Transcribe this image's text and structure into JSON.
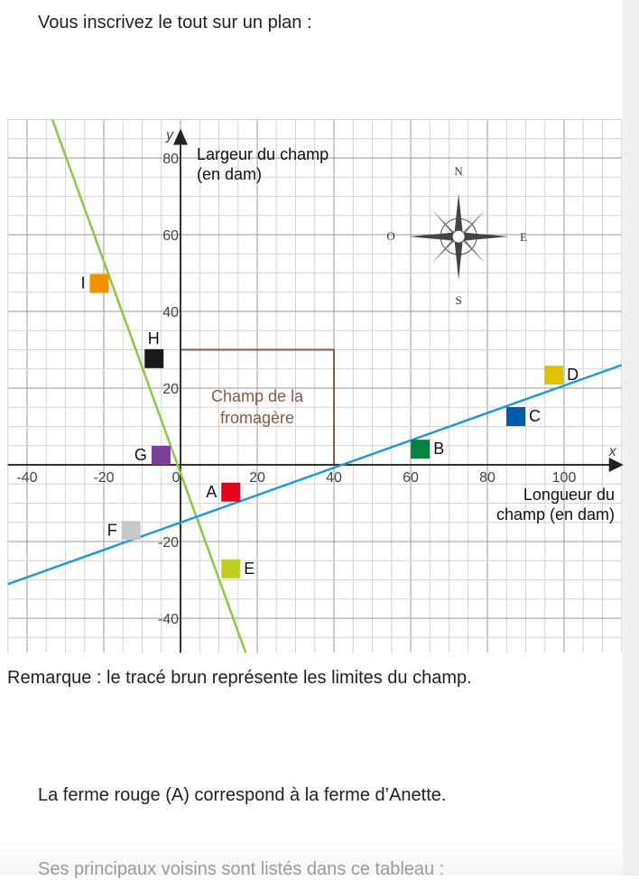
{
  "intro": "Vous inscrivez le tout sur un plan :",
  "remark": "Remarque : le tracé brun représente les limites du champ.",
  "statement": "La ferme rouge (A) correspond à la ferme d’Anette.",
  "next_line": "Ses principaux voisins sont listés dans ce tableau :",
  "chart_data": {
    "type": "scatter",
    "xlim": [
      -45,
      115
    ],
    "ylim": [
      -49,
      90
    ],
    "grid_step": 5,
    "grid": true,
    "x_axis_name": "x",
    "y_axis_name": "y",
    "xlabel": [
      "Longueur du",
      "champ (en dam)"
    ],
    "ylabel": [
      "Largeur du champ",
      "(en dam)"
    ],
    "x_ticks": [
      {
        "v": -40,
        "t": "-40"
      },
      {
        "v": -20,
        "t": "-20"
      },
      {
        "v": 0,
        "t": "0"
      },
      {
        "v": 20,
        "t": "20"
      },
      {
        "v": 40,
        "t": "40"
      },
      {
        "v": 60,
        "t": "60"
      },
      {
        "v": 80,
        "t": "80"
      },
      {
        "v": 100,
        "t": "100"
      }
    ],
    "y_ticks": [
      {
        "v": 80,
        "t": "80"
      },
      {
        "v": 60,
        "t": "60"
      },
      {
        "v": 40,
        "t": "40"
      },
      {
        "v": 20,
        "t": "20"
      },
      {
        "v": -20,
        "t": "-20"
      },
      {
        "v": -40,
        "t": "-40"
      }
    ],
    "field": {
      "x0": 0,
      "y0": 0,
      "x1": 40,
      "y1": 30,
      "label": [
        "Champ de la",
        "fromagère"
      ],
      "color": "#8a5a44"
    },
    "lines": [
      {
        "name": "green-line",
        "color": "#8dc63f",
        "p1": [
          -33.4,
          90
        ],
        "p2": [
          17,
          -49
        ]
      },
      {
        "name": "blue-line",
        "color": "#1e9ad6",
        "p1": [
          -45,
          -31.1
        ],
        "p2": [
          115,
          26
        ]
      }
    ],
    "farms": [
      {
        "label": "I",
        "x": -21.3,
        "y": 47.4,
        "color": "#f39200",
        "side": "left"
      },
      {
        "label": "H",
        "x": -7,
        "y": 27.8,
        "color": "#1a1a1a",
        "side": "above"
      },
      {
        "label": "G",
        "x": -5.2,
        "y": 2.6,
        "color": "#7b3f98",
        "side": "left"
      },
      {
        "label": "A",
        "x": 13,
        "y": -7,
        "color": "#e2001a",
        "side": "left"
      },
      {
        "label": "F",
        "x": -13,
        "y": -17,
        "color": "#c6c8cc",
        "side": "left"
      },
      {
        "label": "E",
        "x": 13,
        "y": -27,
        "color": "#c1cd23",
        "side": "right"
      },
      {
        "label": "B",
        "x": 62.4,
        "y": 4.2,
        "color": "#00843d",
        "side": "right"
      },
      {
        "label": "C",
        "x": 87.3,
        "y": 12.7,
        "color": "#005ca9",
        "side": "right"
      },
      {
        "label": "D",
        "x": 97.2,
        "y": 23.5,
        "color": "#e0c400",
        "side": "right"
      }
    ],
    "compass": {
      "x": 72.5,
      "y": 59.5,
      "N": "N",
      "S": "S",
      "E": "E",
      "O": "O"
    }
  }
}
